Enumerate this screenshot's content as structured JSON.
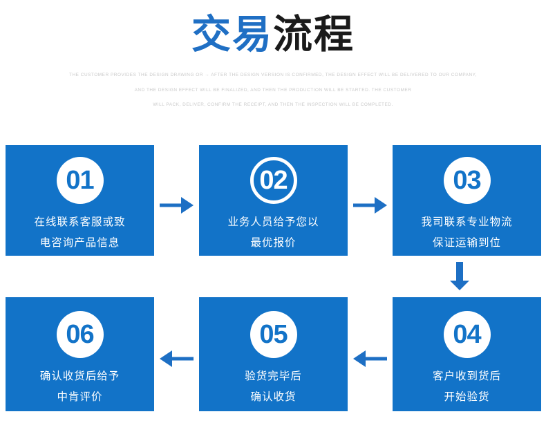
{
  "header": {
    "title_blue": "交易",
    "title_dark": "流程",
    "subtitle_lines": [
      "THE CUSTOMER PROVIDES THE DESIGN DRAWING OR → AFTER THE DESIGN VERSION IS CONFIRMED, THE DESIGN EFFECT WILL BE DELIVERED TO OUR COMPANY,",
      "AND THE DESIGN EFFECT WILL BE FINALIZED, AND THEN THE PRODUCTION WILL BE STARTED. THE CUSTOMER",
      "WILL PACK, DELIVER, CONFIRM THE RECEIPT, AND THEN THE INSPECTION WILL BE COMPLETED."
    ]
  },
  "colors": {
    "brand_blue": "#1273c8",
    "title_blue": "#1f6fc4",
    "title_dark": "#1a1a1a",
    "arrow_blue": "#1d6fc4",
    "subtitle_grey": "#c9c9c9"
  },
  "steps": [
    {
      "number": "01",
      "style": "filled",
      "lines": [
        "在线联系客服或致",
        "电咨询产品信息"
      ]
    },
    {
      "number": "02",
      "style": "ring",
      "lines": [
        "业务人员给予您以",
        "最优报价"
      ]
    },
    {
      "number": "03",
      "style": "filled",
      "lines": [
        "我司联系专业物流",
        "保证运输到位"
      ]
    },
    {
      "number": "06",
      "style": "filled",
      "lines": [
        "确认收货后给予",
        "中肯评价"
      ]
    },
    {
      "number": "05",
      "style": "filled",
      "lines": [
        "验货完毕后",
        "确认收货"
      ]
    },
    {
      "number": "04",
      "style": "filled",
      "lines": [
        "客户收到货后",
        "开始验货"
      ]
    }
  ],
  "arrows": [
    {
      "name": "arrow-right-01-to-02",
      "direction": "right"
    },
    {
      "name": "arrow-right-02-to-03",
      "direction": "right"
    },
    {
      "name": "arrow-down-03-to-04",
      "direction": "down"
    },
    {
      "name": "arrow-left-04-to-05",
      "direction": "left"
    },
    {
      "name": "arrow-left-05-to-06",
      "direction": "left"
    }
  ]
}
